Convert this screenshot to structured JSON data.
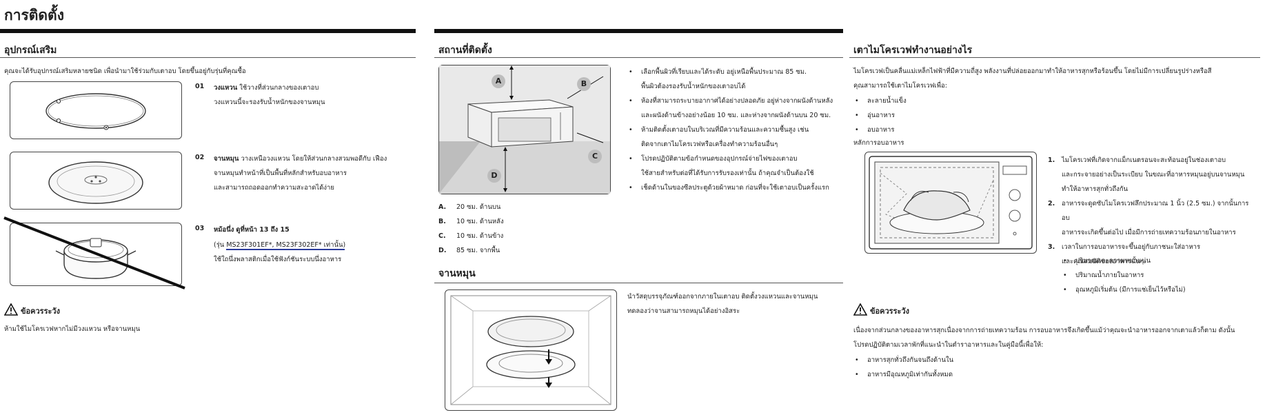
{
  "page_title": "การติดตั้ง",
  "accessories": {
    "heading": "อุปกรณ์เสริม",
    "intro": "คุณจะได้รับอุปกรณ์เสริมหลายชนิด เพื่อนำมาใช้ร่วมกับเตาอบ โดยขึ้นอยู่กับรุ่นที่คุณซื้อ",
    "items": [
      {
        "number": "01",
        "name": "วงแหวน",
        "line1": "ใช้วางที่ส่วนกลางของเตาอบ",
        "line2": "วงแหวนนี้จะรองรับน้ำหนักของจานหมุน"
      },
      {
        "number": "02",
        "name": "จานหมุน",
        "line1": "วางเหนือวงแหวน โดยให้ส่วนกลางสวมพอดีกับ เฟือง",
        "line2": "จานหมุนทำหน้าที่เป็นพื้นที่หลักสำหรับอบอาหาร",
        "line3": "และสามารถถอดออกทำความสะอาดได้ง่าย"
      },
      {
        "number": "03",
        "name": "หม้อนึ่ง",
        "name_suffix": "ดูที่หน้า 13 ถึง 15",
        "line1": "(รุ่น MS23F301EF*, MS23F302EF* เท่านั้น)",
        "line2": "ใช้ใถนึ่งพลาสติกเมื่อใช้ฟังก์ชันระบบนึ่งอาหาร"
      }
    ],
    "caution_title": "ข้อควรระวัง",
    "caution_text": "ห้ามใช้ไมโครเวฟหากไม่มีวงแหวน หรือจานหมุน"
  },
  "location": {
    "heading": "สถานที่ติดตั้ง",
    "labels": [
      "A",
      "B",
      "C",
      "D"
    ],
    "bullets": [
      [
        "เลือกพื้นผิวที่เรียบและได้ระดับ อยู่เหนือพื้นประมาณ 85 ซม.",
        "พื้นผิวต้องรองรับน้ำหนักของเตาอบได้"
      ],
      [
        "ห้องที่สามารถระบายอากาศได้อย่างปลอดภัย อยู่ห่างจากผนังด้านหลัง",
        "และผนังด้านข้างอย่างน้อย 10 ซม. และห่างจากผนังด้านบน 20 ซม."
      ],
      [
        "ห้ามติดตั้งเตาอบในบริเวณที่มีความร้อนและความชื้นสูง เช่น",
        "ติดจากเตาไมโครเวฟหรือเครื่องทำความร้อนอื่นๆ"
      ],
      [
        "โปรดปฏิบัติตามข้อกำหนดของอุปกรณ์จ่ายไฟของเตาอบ",
        "ใช้สายสำหรับต่อที่ได้รับการรับรองเท่านั้น ถ้าคุณจำเป็นต้องใช้"
      ],
      [
        "เช็ดด้านในของซีลประตูด้วยผ้าหมาด ก่อนที่จะใช้เตาอบเป็นครั้งแรก"
      ]
    ],
    "distances": [
      {
        "letter": "A.",
        "text": "20 ซม. ด้านบน"
      },
      {
        "letter": "B.",
        "text": "10 ซม. ด้านหลัง"
      },
      {
        "letter": "C.",
        "text": "10 ซม. ด้านข้าง"
      },
      {
        "letter": "D.",
        "text": "85 ซม. จากพื้น"
      }
    ]
  },
  "turntable": {
    "heading": "จานหมุน",
    "line1": "นำวัสดุบรรจุภัณฑ์ออกจากภายในเตาอบ ติดตั้งวงแหวนและจานหมุน",
    "line2": "ทดลองว่าจานสามารถหมุนได้อย่างอิสระ"
  },
  "how_it_works": {
    "heading": "เตาไมโครเวฟทำงานอย่างไร",
    "intro1": "ไมโครเวฟเป็นคลื่นแม่เหล็กไฟฟ้าที่มีความถี่สูง พลังงานที่ปล่อยออกมาทำให้อาหารสุกหรือร้อนขึ้น โดยไม่มีการเปลี่ยนรูปร่างหรือสี",
    "intro2": "คุณสามารถใช้เตาไมโครเวฟเพื่อ:",
    "uses": [
      "ละลายน้ำแข็ง",
      "อุ่นอาหาร",
      "อบอาหาร"
    ],
    "principle": "หลักการอบอาหาร",
    "steps": [
      {
        "n": "1.",
        "lines": [
          "ไมโครเวฟที่เกิดจากแม็กเนตรอนจะสะท้อนอยู่ในช่องเตาอบ",
          "และกระจายอย่างเป็นระเบียบ ในขณะที่อาหารหมุนอยู่บนจานหมุน",
          "ทำให้อาหารสุกทั่วถึงกัน"
        ]
      },
      {
        "n": "2.",
        "lines": [
          "อาหารจะดูดซับไมโครเวฟลึกประมาณ 1 นิ้ว (2.5 ซม.) จากนั้นการอบ",
          "อาหารจะเกิดขึ้นต่อไป เมื่อมีการถ่ายเทความร้อนภายในอาหาร"
        ]
      },
      {
        "n": "3.",
        "lines": [
          "เวลาในการอบอาหารจะขึ้นอยู่กับภาชนะใส่อาหาร",
          "และคุณสมบัติของอาหารนั้นๆ:"
        ]
      }
    ],
    "factors": [
      "ปริมาณและความหนาแน่น",
      "ปริมาณน้ำภายในอาหาร",
      "อุณหภูมิเริ่มต้น (มีการแช่เย็นไว้หรือไม่)"
    ],
    "caution_title": "ข้อควรระวัง",
    "caution_line1": "เนื่องจากส่วนกลางของอาหารสุกเนื่องจากการถ่ายเทความร้อน การอบอาหารจึงเกิดขึ้นแม้ว่าคุณจะนำอาหารออกจากเตาแล้วก็ตาม ดังนั้น",
    "caution_line2": "โปรดปฏิบัติตามเวลาพักที่แนะนำในตำราอาหารและในคู่มือนี้เพื่อให้:",
    "results": [
      "อาหารสุกทั่วถึงกันจนถึงด้านใน",
      "อาหารมีอุณหภูมิเท่ากันทั้งหมด"
    ]
  }
}
